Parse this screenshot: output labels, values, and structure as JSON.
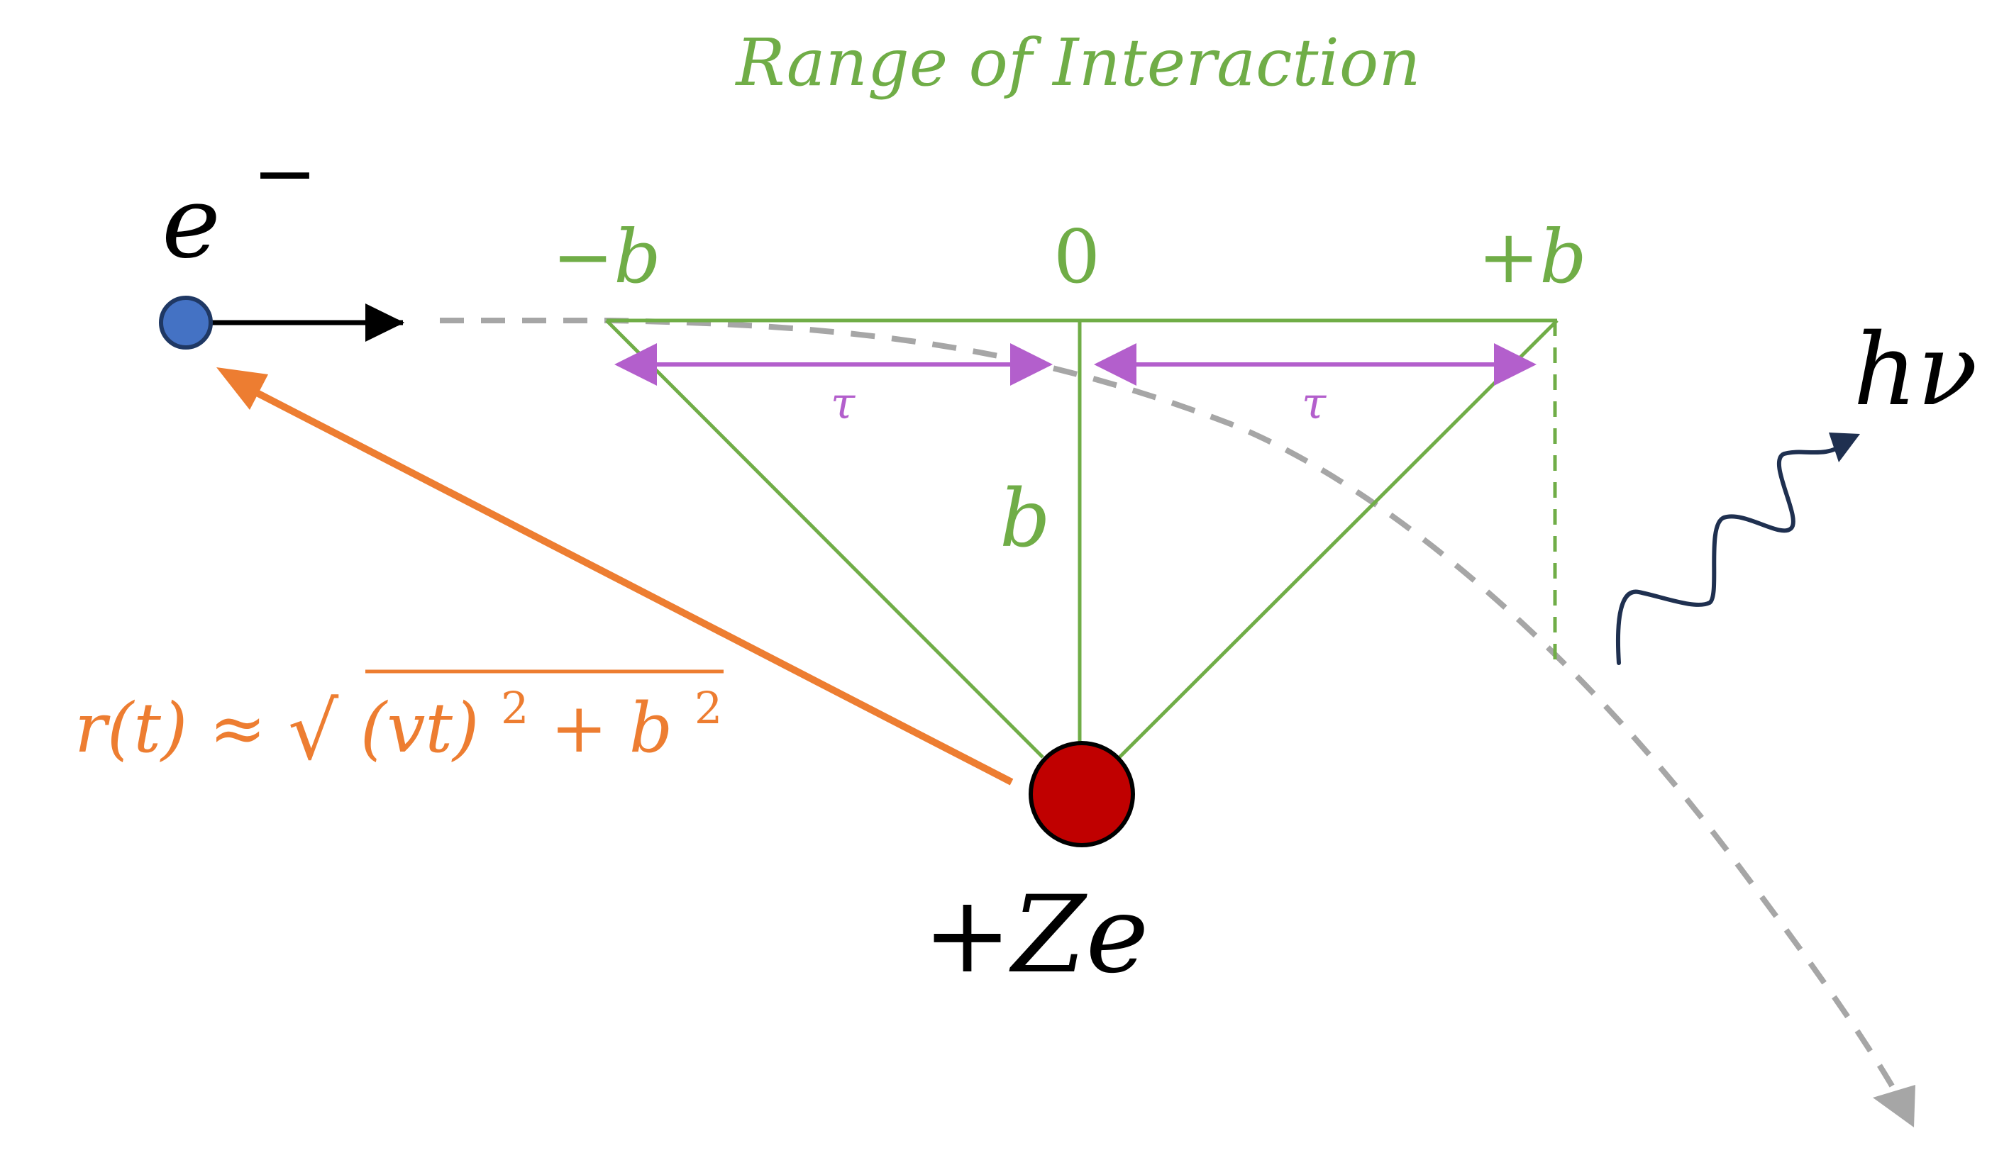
{
  "title": "Range of Interaction",
  "labels": {
    "electron_symbol": "e",
    "electron_charge": "−",
    "left_limit": "−b",
    "center": "0",
    "right_limit": "+b",
    "tau_left": "τ",
    "tau_right": "τ",
    "impact_parameter": "b",
    "nucleus": "+Ze",
    "photon": "hν",
    "distance_formula": {
      "lhs": "r(t) ≈ ",
      "radical": "√",
      "radicand": "(vt)",
      "sup1": "2",
      "plus_b": " + b",
      "sup2": "2"
    }
  },
  "colors": {
    "green": "#70ad47",
    "orange": "#ed7d31",
    "purple": "#b35fcc",
    "electron_fill": "#4472c4",
    "electron_stroke": "#1f3864",
    "nucleus_fill": "#c00000",
    "trajectory": "#a6a6a6",
    "photon": "#1f3050",
    "black": "#000000"
  }
}
